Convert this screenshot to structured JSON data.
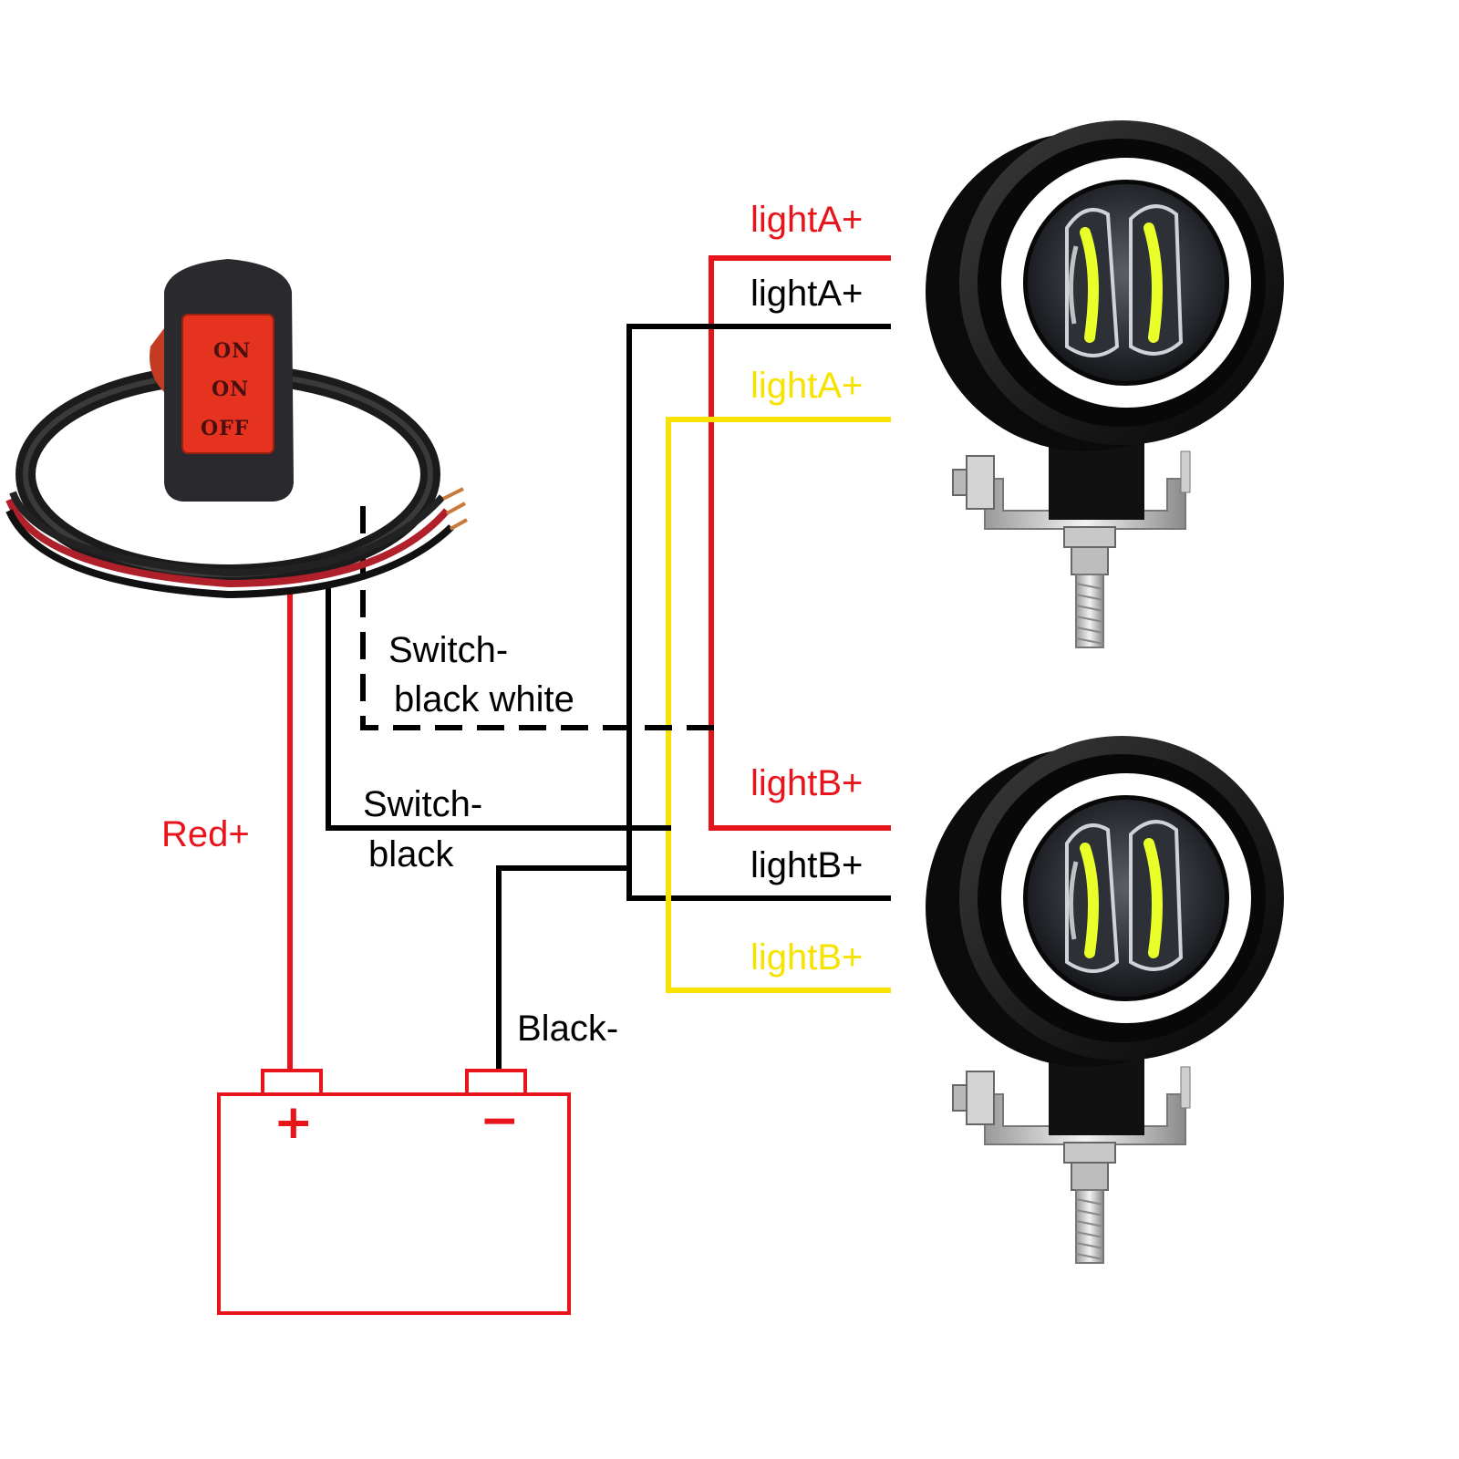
{
  "colors": {
    "red": "#e8141c",
    "black": "#000000",
    "yellow": "#f7e200",
    "switch_body": "#2a2a2e",
    "switch_rocker": "#e5331f"
  },
  "switch": {
    "positions": [
      "ON",
      "ON",
      "OFF"
    ]
  },
  "labels": {
    "lightA_red": "lightA+",
    "lightA_black": "lightA+",
    "lightA_yellow": "lightA+",
    "lightB_red": "lightB+",
    "lightB_black": "lightB+",
    "lightB_yellow": "lightB+",
    "switch_bw_line1": "Switch-",
    "switch_bw_line2": "black white",
    "switch_b_line1": "Switch-",
    "switch_b_line2": "black",
    "red_plus": "Red+",
    "black_minus": "Black-"
  },
  "battery": {
    "plus_symbol": "+",
    "minus_symbol": "−"
  },
  "icons": [
    "rocker-switch-icon",
    "led-fog-light-icon"
  ]
}
